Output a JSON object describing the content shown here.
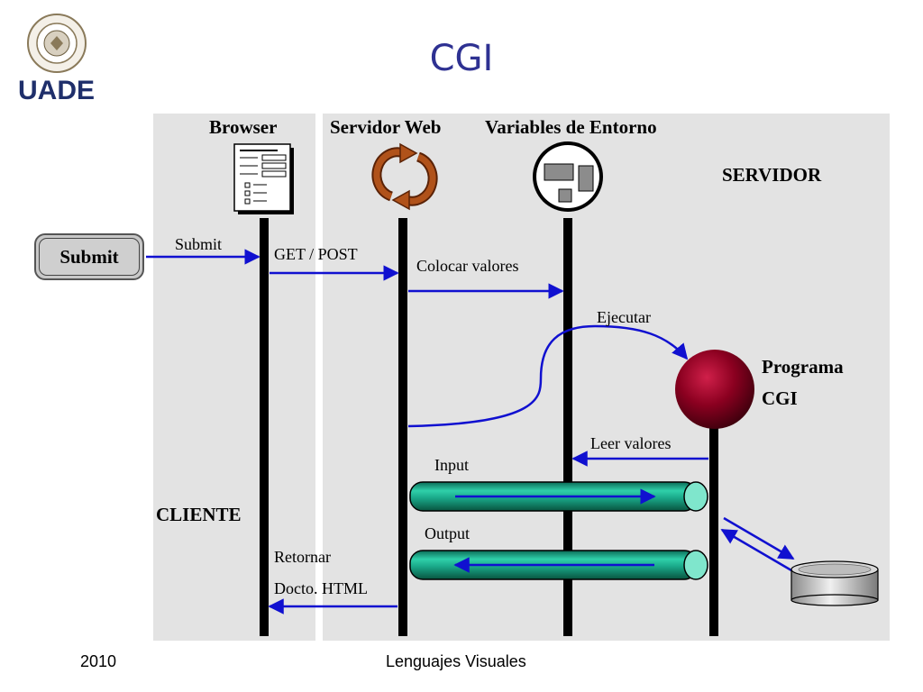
{
  "title": "CGI",
  "logo": {
    "text": "UADE"
  },
  "headers": {
    "browser": "Browser",
    "web_server": "Servidor Web",
    "env_vars": "Variables de Entorno",
    "server_zone": "SERVIDOR",
    "client_zone": "CLIENTE",
    "cgi_program_line1": "Programa",
    "cgi_program_line2": "CGI"
  },
  "submit_button": {
    "label": "Submit"
  },
  "messages": {
    "submit": "Submit",
    "get_post": "GET / POST",
    "set_values": "Colocar valores",
    "execute": "Ejecutar",
    "read_values": "Leer valores",
    "input": "Input",
    "output": "Output",
    "return_line1": "Retornar",
    "return_line2": "Docto. HTML"
  },
  "footer": {
    "year": "2010",
    "course": "Lenguajes Visuales"
  },
  "colors": {
    "title": "#2e3192",
    "arrow": "#1010d0",
    "panel": "#e3e3e3",
    "pipe": "#1aa98a",
    "cgi_sphere": "#8b0020"
  }
}
